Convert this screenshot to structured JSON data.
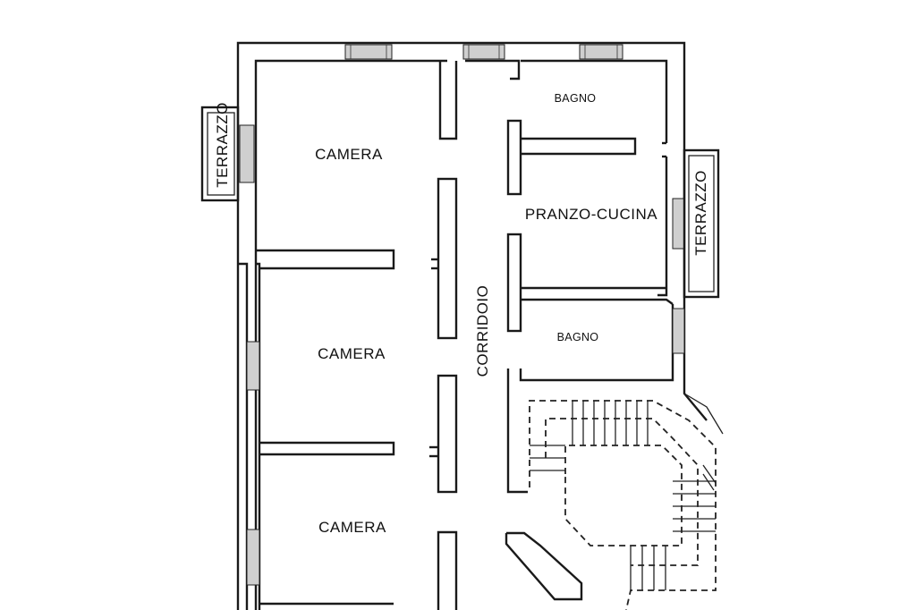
{
  "rooms": {
    "camera_1": "CAMERA",
    "camera_2": "CAMERA",
    "camera_3": "CAMERA",
    "bagno_1": "BAGNO",
    "bagno_2": "BAGNO",
    "pranzo_cucina": "PRANZO-CUCINA",
    "corridoio": "CORRIDOIO",
    "terrazzo_left": "TERRAZZO",
    "terrazzo_right": "TERRAZZO"
  },
  "icons": [
    "window-icon",
    "staircase-icon"
  ]
}
